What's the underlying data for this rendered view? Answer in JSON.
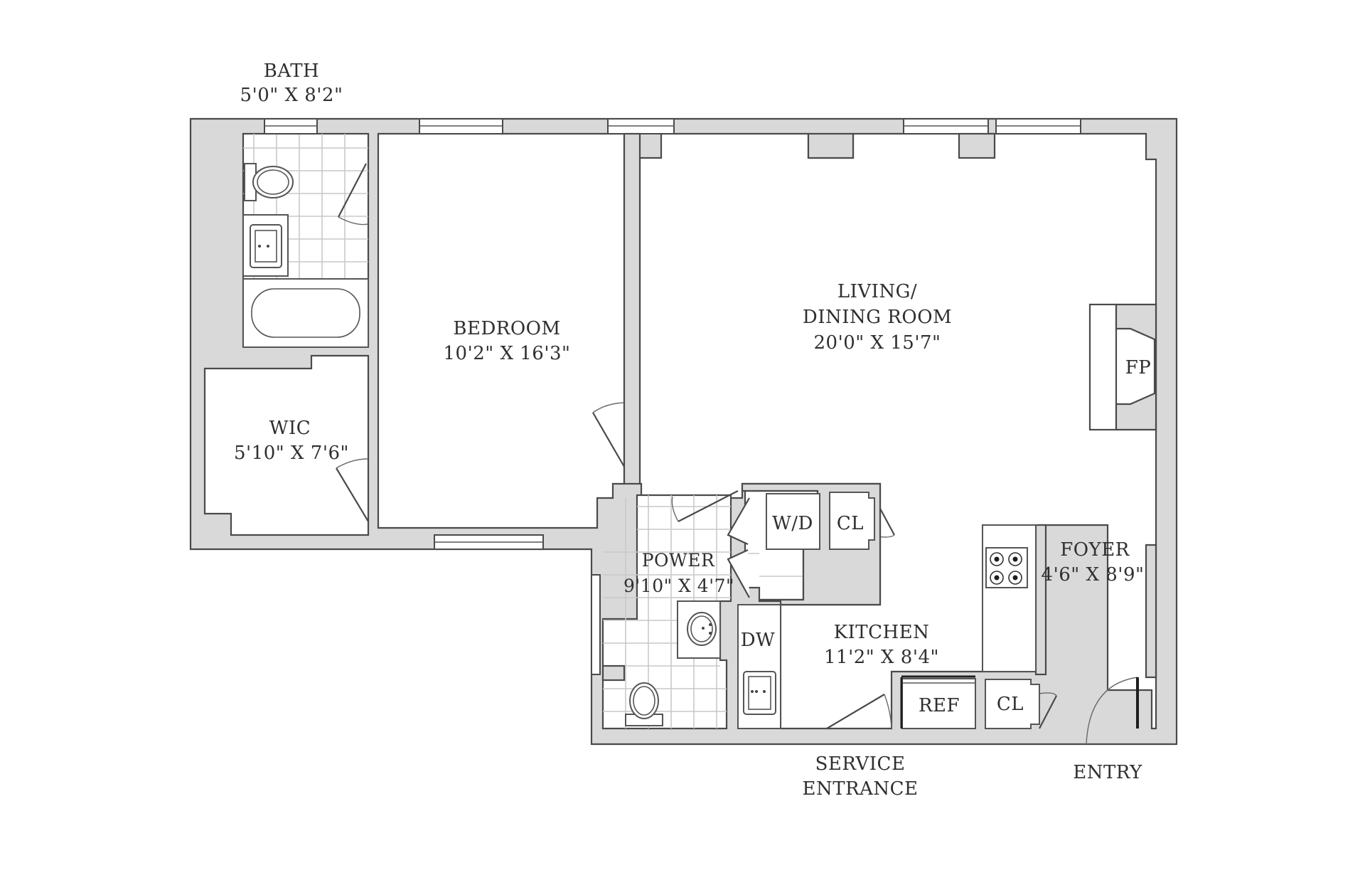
{
  "colors": {
    "wall_fill": "#d9d9d9",
    "wall_stroke": "#4a4a4a",
    "tile_grid": "#c9c9c9",
    "label": "#2f2f2f",
    "background": "#ffffff"
  },
  "rooms": {
    "bath": {
      "name": "BATH",
      "dims": "5'0\" X 8'2\""
    },
    "wic": {
      "name": "WIC",
      "dims": "5'10\" X 7'6\""
    },
    "bedroom": {
      "name": "BEDROOM",
      "dims": "10'2\" X 16'3\""
    },
    "living": {
      "name_line1": "LIVING/",
      "name_line2": "DINING ROOM",
      "dims": "20'0\" X 15'7\""
    },
    "power": {
      "name": "POWER",
      "dims": "9'10\" X 4'7\""
    },
    "kitchen": {
      "name": "KITCHEN",
      "dims": "11'2\" X 8'4\""
    },
    "foyer": {
      "name": "FOYER",
      "dims": "4'6\" X 8'9\""
    }
  },
  "fixtures": {
    "fireplace": "FP",
    "washer_dryer": "W/D",
    "closet_upper": "CL",
    "closet_lower": "CL",
    "dishwasher": "DW",
    "refrigerator": "REF"
  },
  "entrances": {
    "service_line1": "SERVICE",
    "service_line2": "ENTRANCE",
    "entry": "ENTRY"
  }
}
